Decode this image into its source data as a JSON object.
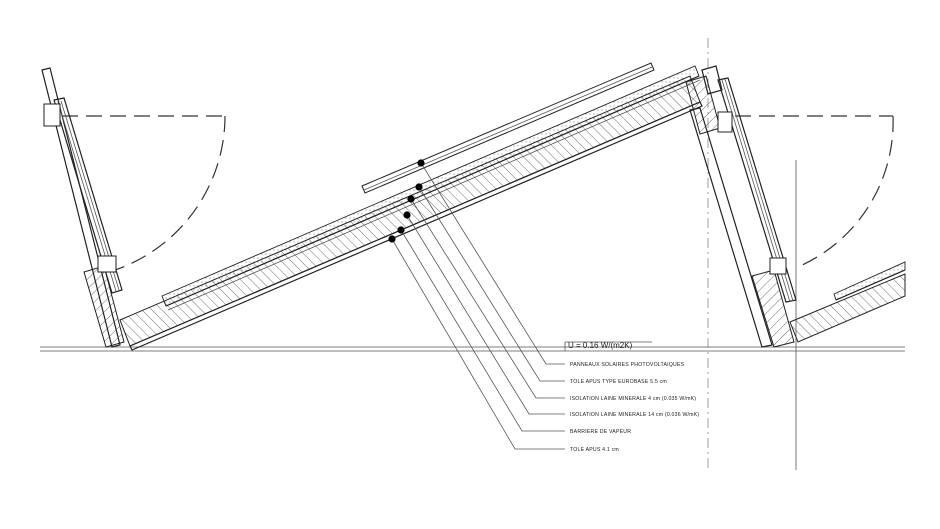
{
  "u_value": "U = 0.16  W/(m2K)",
  "layers": [
    "PANNEAUX SOLAIRES PHOTOVOLTAIQUES",
    "TOLE APUS TYPE EUROBASE 5.5 cm",
    "ISOLATION LAINE MINERALE 4 cm (0.035 W/mK)",
    "ISOLATION LAINE MINERALE 14 cm (0.036 W/mK)",
    "BARRIERE DE VAPEUR",
    "TOLE APUS 4.1 cm"
  ]
}
